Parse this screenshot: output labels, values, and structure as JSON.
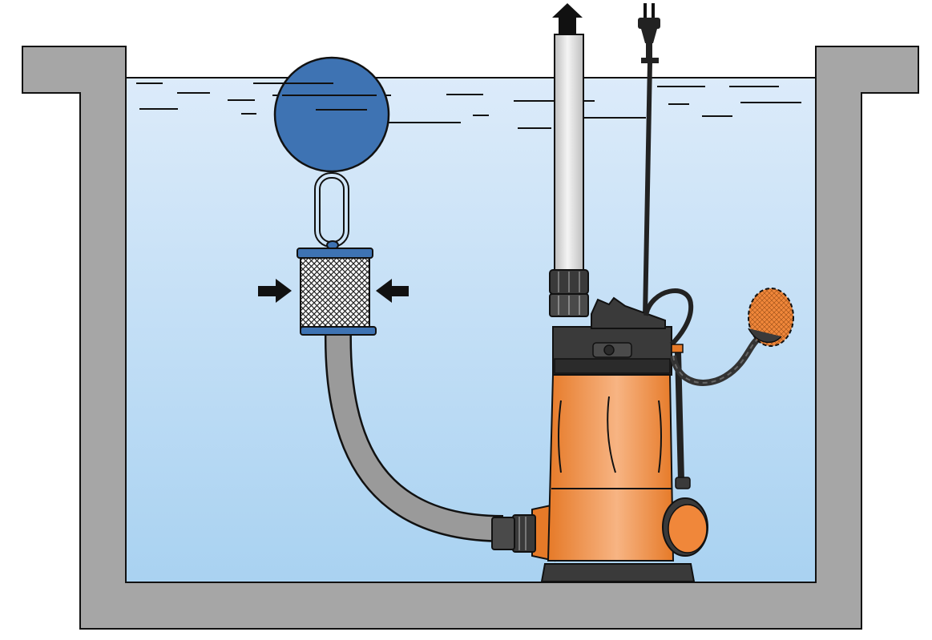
{
  "diagram": {
    "description_visible_text": [],
    "components": [
      {
        "id": "tank",
        "icon": "tank-icon"
      },
      {
        "id": "water",
        "icon": "water-icon"
      },
      {
        "id": "float-ball",
        "icon": "float-ball-icon"
      },
      {
        "id": "suction-strainer",
        "icon": "strainer-icon"
      },
      {
        "id": "suction-hose",
        "icon": "hose-icon"
      },
      {
        "id": "discharge-pipe",
        "icon": "pipe-icon"
      },
      {
        "id": "power-cable",
        "icon": "plug-icon"
      },
      {
        "id": "submersible-pump",
        "icon": "pump-icon"
      },
      {
        "id": "float-switch",
        "icon": "float-switch-icon"
      }
    ],
    "flow_arrows": [
      "up",
      "right",
      "left"
    ]
  },
  "colors": {
    "concrete": "#a6a6a6",
    "water_top": "#dcebfa",
    "water_bottom": "#a9d2f1",
    "float_ball": "#3e73b3",
    "pump_orange": "#f0873a",
    "pump_dark": "#3a3a3a",
    "hose_gray": "#9a9a9a",
    "pipe_light": "#e6e6e6",
    "line": "#111111"
  }
}
